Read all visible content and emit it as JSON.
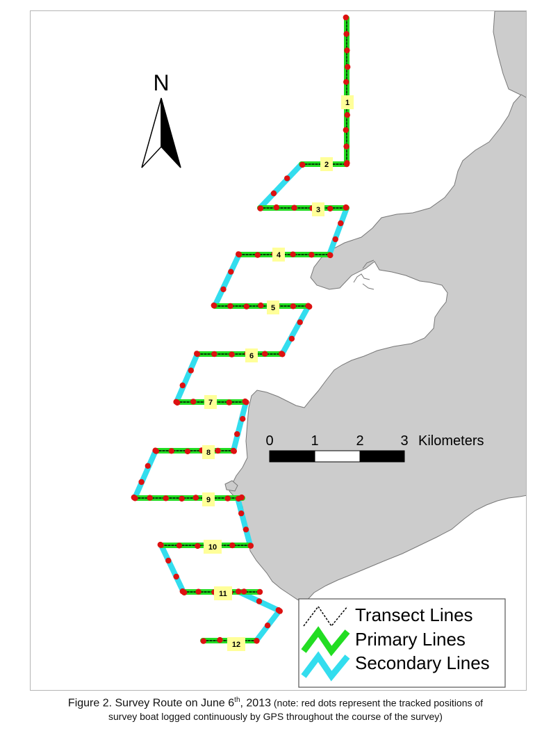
{
  "map": {
    "north_label": "N",
    "scale_bar": {
      "ticks": [
        "0",
        "1",
        "2",
        "3"
      ],
      "unit": "Kilometers"
    },
    "legend": [
      {
        "label": "Transect Lines",
        "symbol": "transect",
        "color": "#000000"
      },
      {
        "label": "Primary Lines",
        "symbol": "primary",
        "color": "#22dd22"
      },
      {
        "label": "Secondary Lines",
        "symbol": "secondary",
        "color": "#33ddee"
      }
    ],
    "transect_labels": [
      "1",
      "2",
      "3",
      "4",
      "5",
      "6",
      "7",
      "8",
      "9",
      "10",
      "11",
      "12"
    ],
    "colors": {
      "land": "#cccccc",
      "coast": "#777777",
      "gps_dot": "#dd1111",
      "label_box": "#ffff99"
    }
  },
  "caption": {
    "prefix": "Figure 2.  Survey Route on June 6",
    "superscript": "th",
    "suffix": ", 2013",
    "note_line1": " (note: red dots represent the tracked positions of",
    "note_line2": "survey boat logged continuously by GPS throughout the course of the survey)"
  }
}
